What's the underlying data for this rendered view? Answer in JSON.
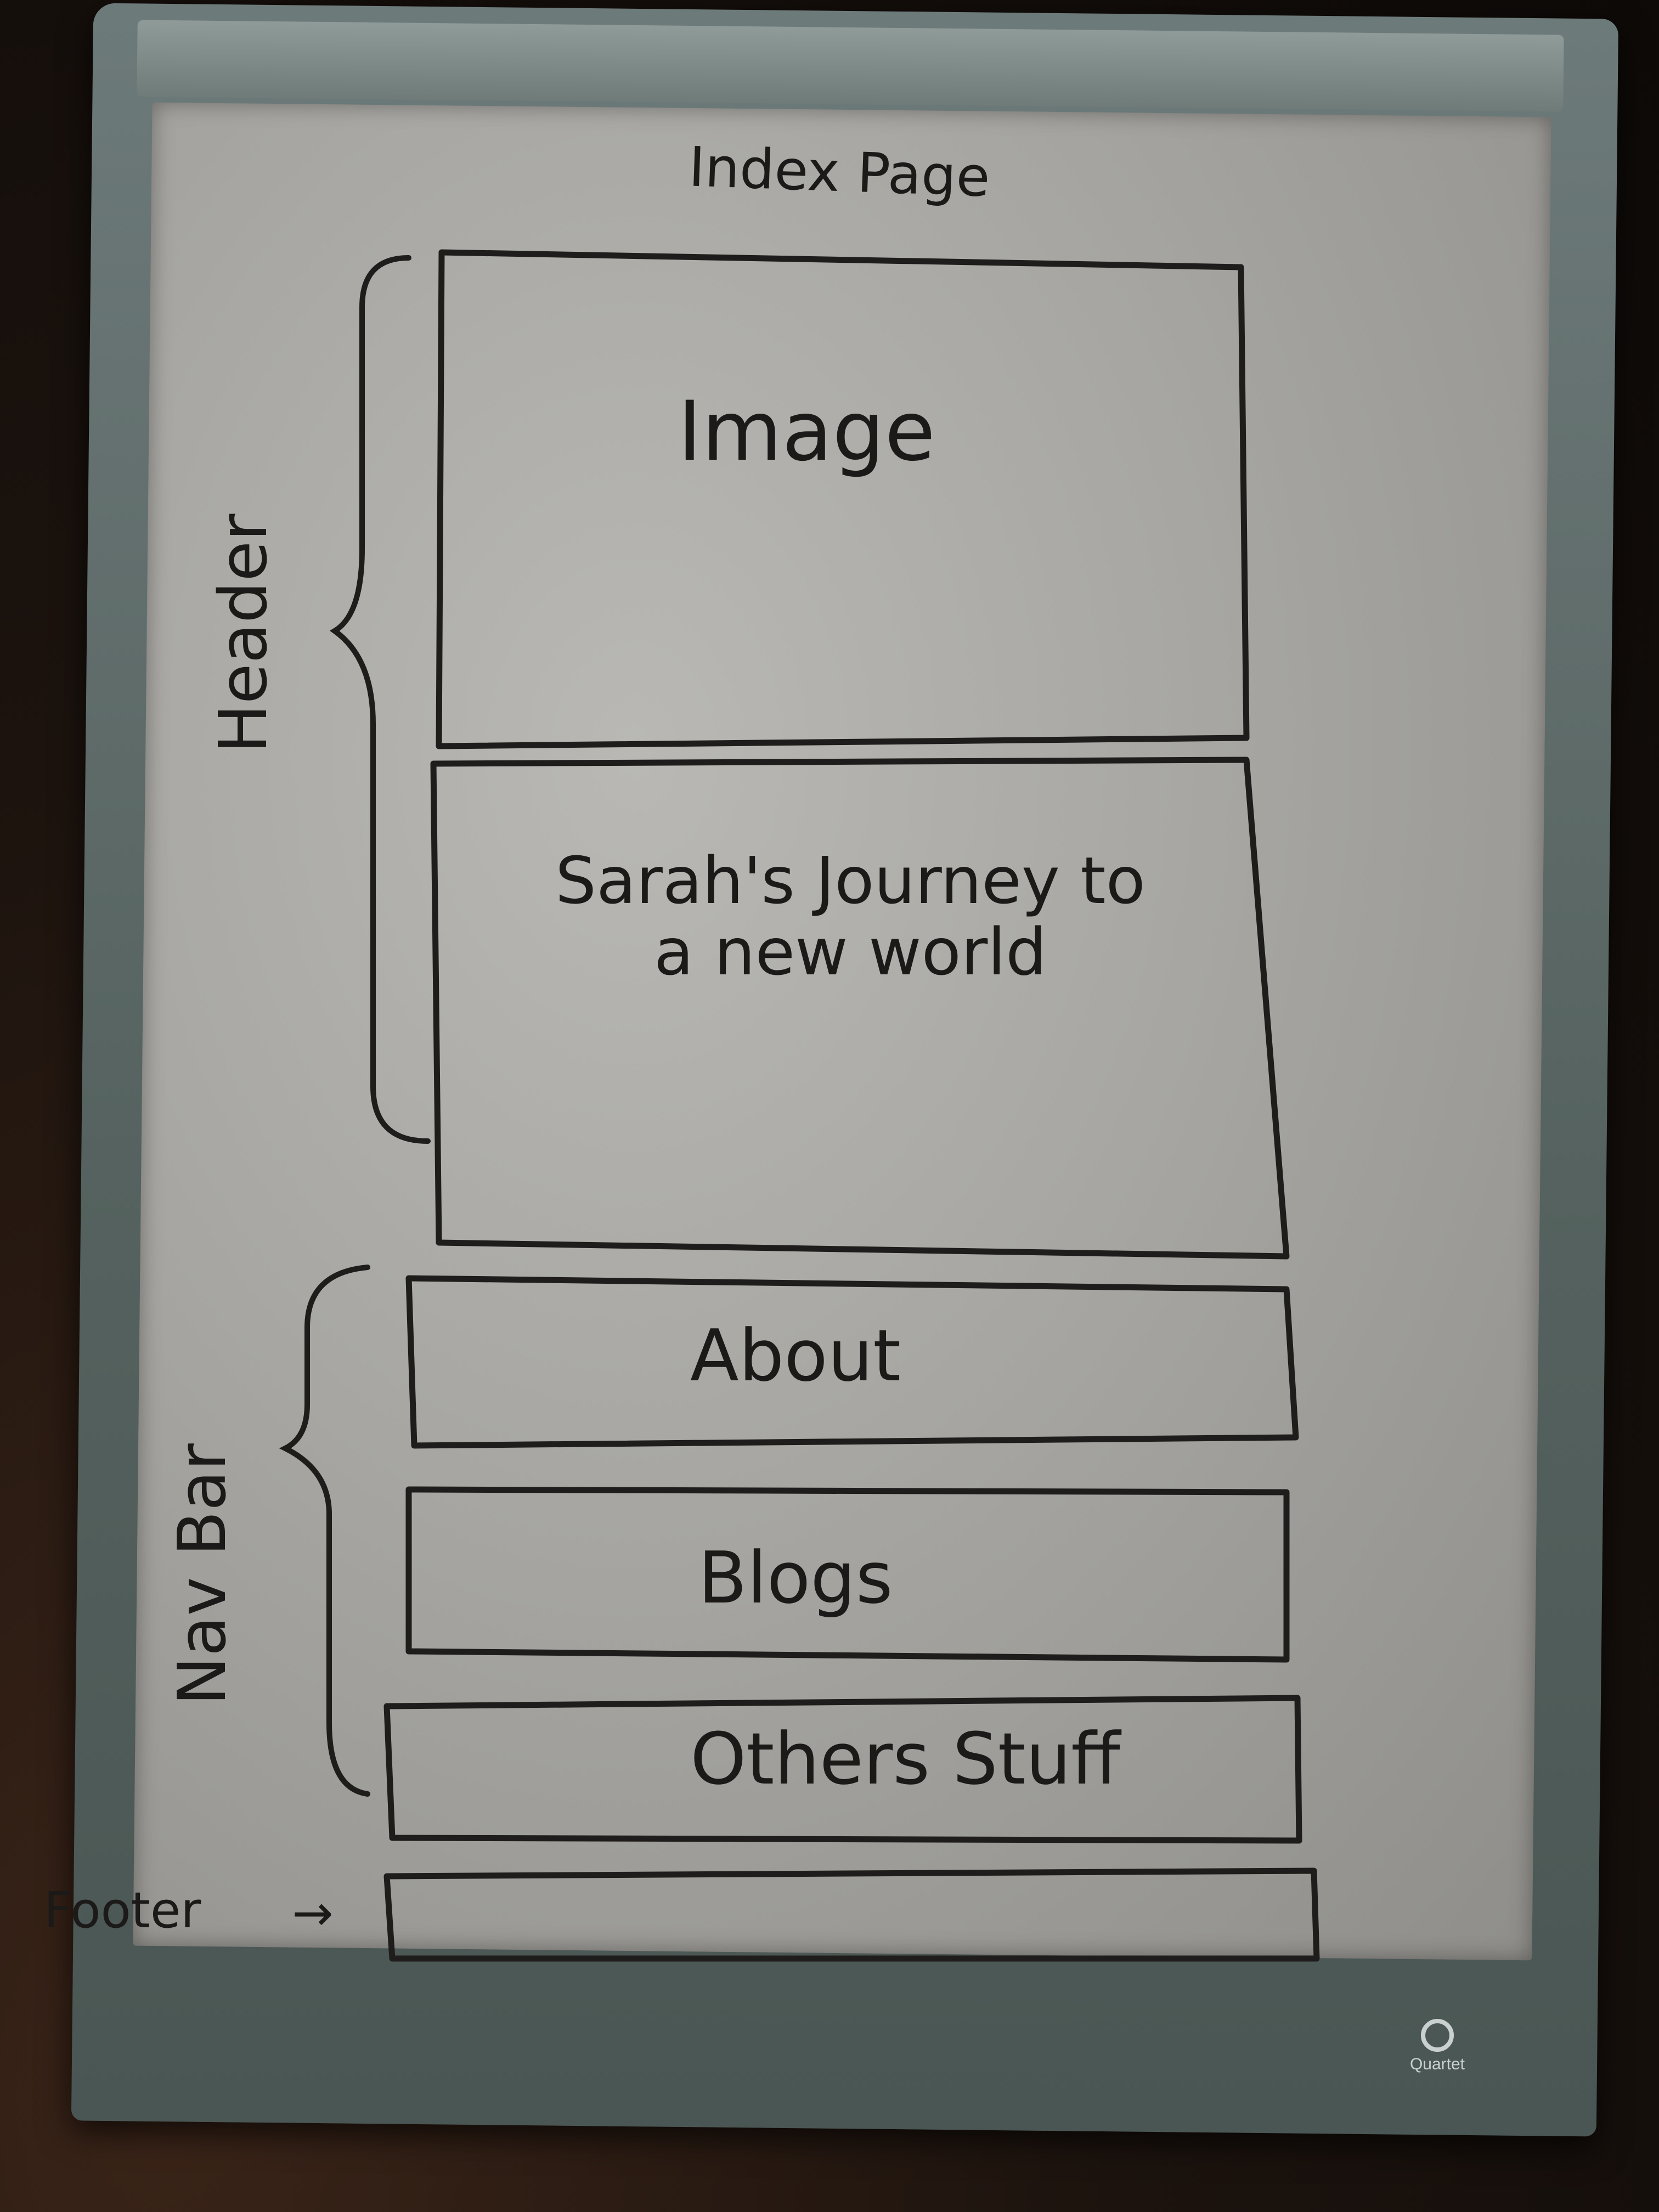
{
  "title": "Index Page",
  "header_label": "Header",
  "nav_label": "Nav Bar",
  "footer_label": "Footer",
  "footer_arrow": "→",
  "boxes": {
    "image": "Image",
    "banner_text": "Sarah's Journey to a new world",
    "about": "About",
    "blogs": "Blogs",
    "others": "Others Stuff"
  },
  "brand": "Quartet",
  "colors": {
    "ink": "#1f1d1b",
    "board": "#b0afab",
    "frame": "#5c6966"
  }
}
